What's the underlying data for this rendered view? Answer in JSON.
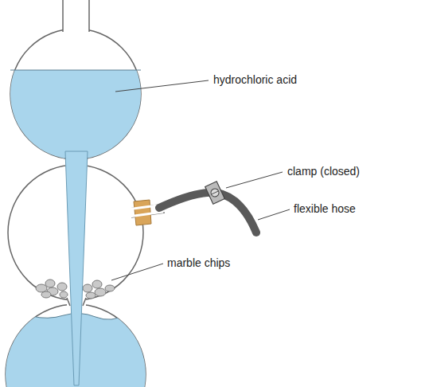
{
  "diagram": {
    "labels": [
      "hydrochloric acid",
      "clamp (closed)",
      "flexible hose",
      "marble chips"
    ]
  }
}
